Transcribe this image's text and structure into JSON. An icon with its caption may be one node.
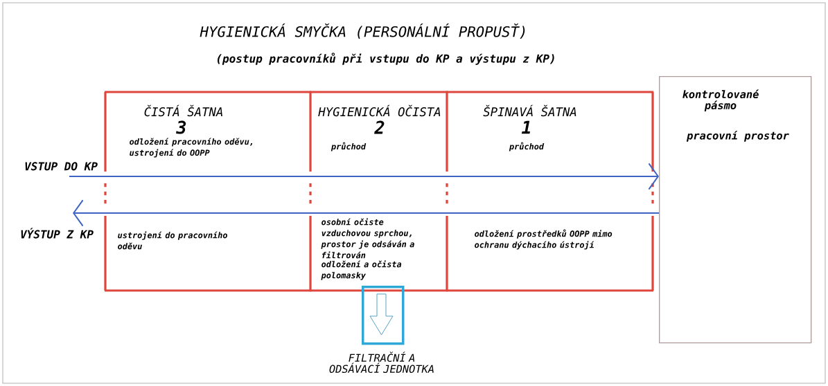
{
  "diagram": {
    "title": "HYGIENICKÁ SMYČKA (PERSONÁLNÍ PROPUSŤ)",
    "nodes": [
      {
        "text": [
          "ČISTÁ ŠATNA",
          "3",
          "odložení pracovního oděvu, ustrojení do OOPP"
        ]
      },
      {
        "text": [
          "HYGIENICKÁ OČISTA",
          "2",
          "průchod"
        ]
      },
      {
        "text": [
          "ŠPINAVÁ ŠATNA",
          "1",
          "průchod"
        ]
      },
      {
        "text": [
          "kontrolované pásmo",
          "pracovní prostor"
        ]
      },
      {
        "text": [
          "VSTUP DO KP"
        ]
      },
      {
        "text": [
          "VÝSTUP Z KP"
        ]
      },
      {
        "text": [
          "ustrojení do pracovního oděvu"
        ]
      },
      {
        "text": [
          "osobní očiste vzduchovou sprchou, prostor je odsáván a filtrován",
          "odložení a očista polomasky"
        ]
      },
      {
        "text": [
          "odložení prostředků OOPP mimo ochranu dýchacího ústrojí"
        ]
      },
      {
        "text": [
          "FILTRAČNÍ A ODSÁVACÍ JEDNOTKA"
        ]
      }
    ],
    "edges": [
      {
        "from": 4,
        "to": 3,
        "arrow": "to"
      },
      {
        "from": 3,
        "to": 5,
        "arrow": "to"
      }
    ],
    "labels": [
      "(postup pracovníků při vstupu do KP a výstupu z KP)"
    ]
  }
}
